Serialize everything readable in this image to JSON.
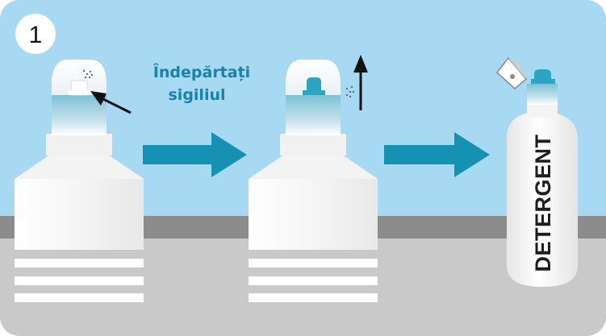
{
  "step_number": "1",
  "instruction": {
    "line1": "Îndepărtați",
    "line2": "sigiliul"
  },
  "bottle_label": "DETERGENT",
  "icons": [
    "bottle-sealed-icon",
    "seal-arrow-icon",
    "process-arrow-icon",
    "bottle-open-icon",
    "lift-arrow-icon",
    "bottle-detergent-icon",
    "removed-seal-icon"
  ],
  "colors": {
    "sky": "#a8d9f3",
    "wall": "#8c8c8c",
    "floor": "#c9c9c9",
    "accent": "#1592b2",
    "nozzle": "#2aa6c4",
    "text_accent": "#1584ab",
    "bottle": "#f4f4f4"
  }
}
